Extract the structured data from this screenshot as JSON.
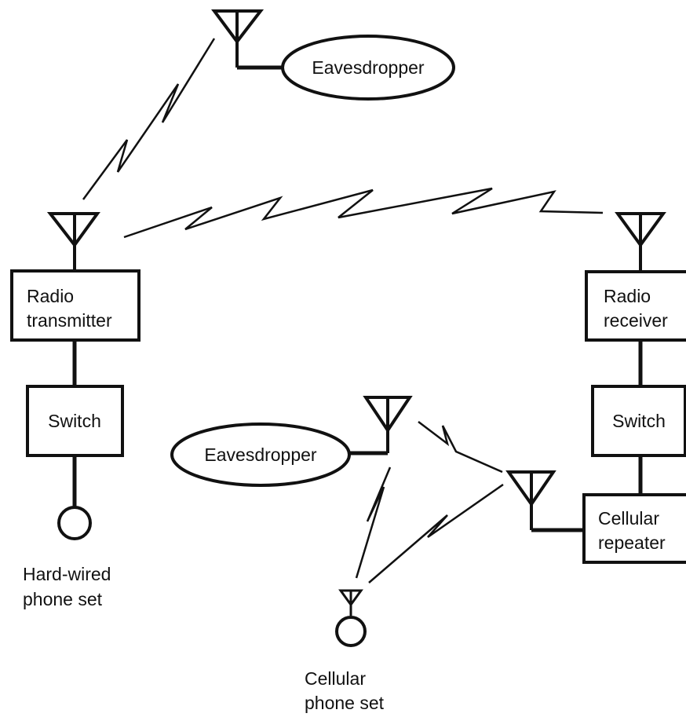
{
  "eavesdropper_top": {
    "label": "Eavesdropper"
  },
  "eavesdropper_bottom": {
    "label": "Eavesdropper"
  },
  "radio_transmitter": {
    "line1": "Radio",
    "line2": "transmitter"
  },
  "radio_receiver": {
    "line1": "Radio",
    "line2": "receiver"
  },
  "switch_left": {
    "label": "Switch"
  },
  "switch_right": {
    "label": "Switch"
  },
  "cellular_repeater": {
    "line1": "Cellular",
    "line2": "repeater"
  },
  "hard_wired_phone": {
    "line1": "Hard-wired",
    "line2": "phone set"
  },
  "cellular_phone": {
    "line1": "Cellular",
    "line2": "phone set"
  },
  "colors": {
    "stroke": "#111111",
    "background": "#ffffff"
  }
}
